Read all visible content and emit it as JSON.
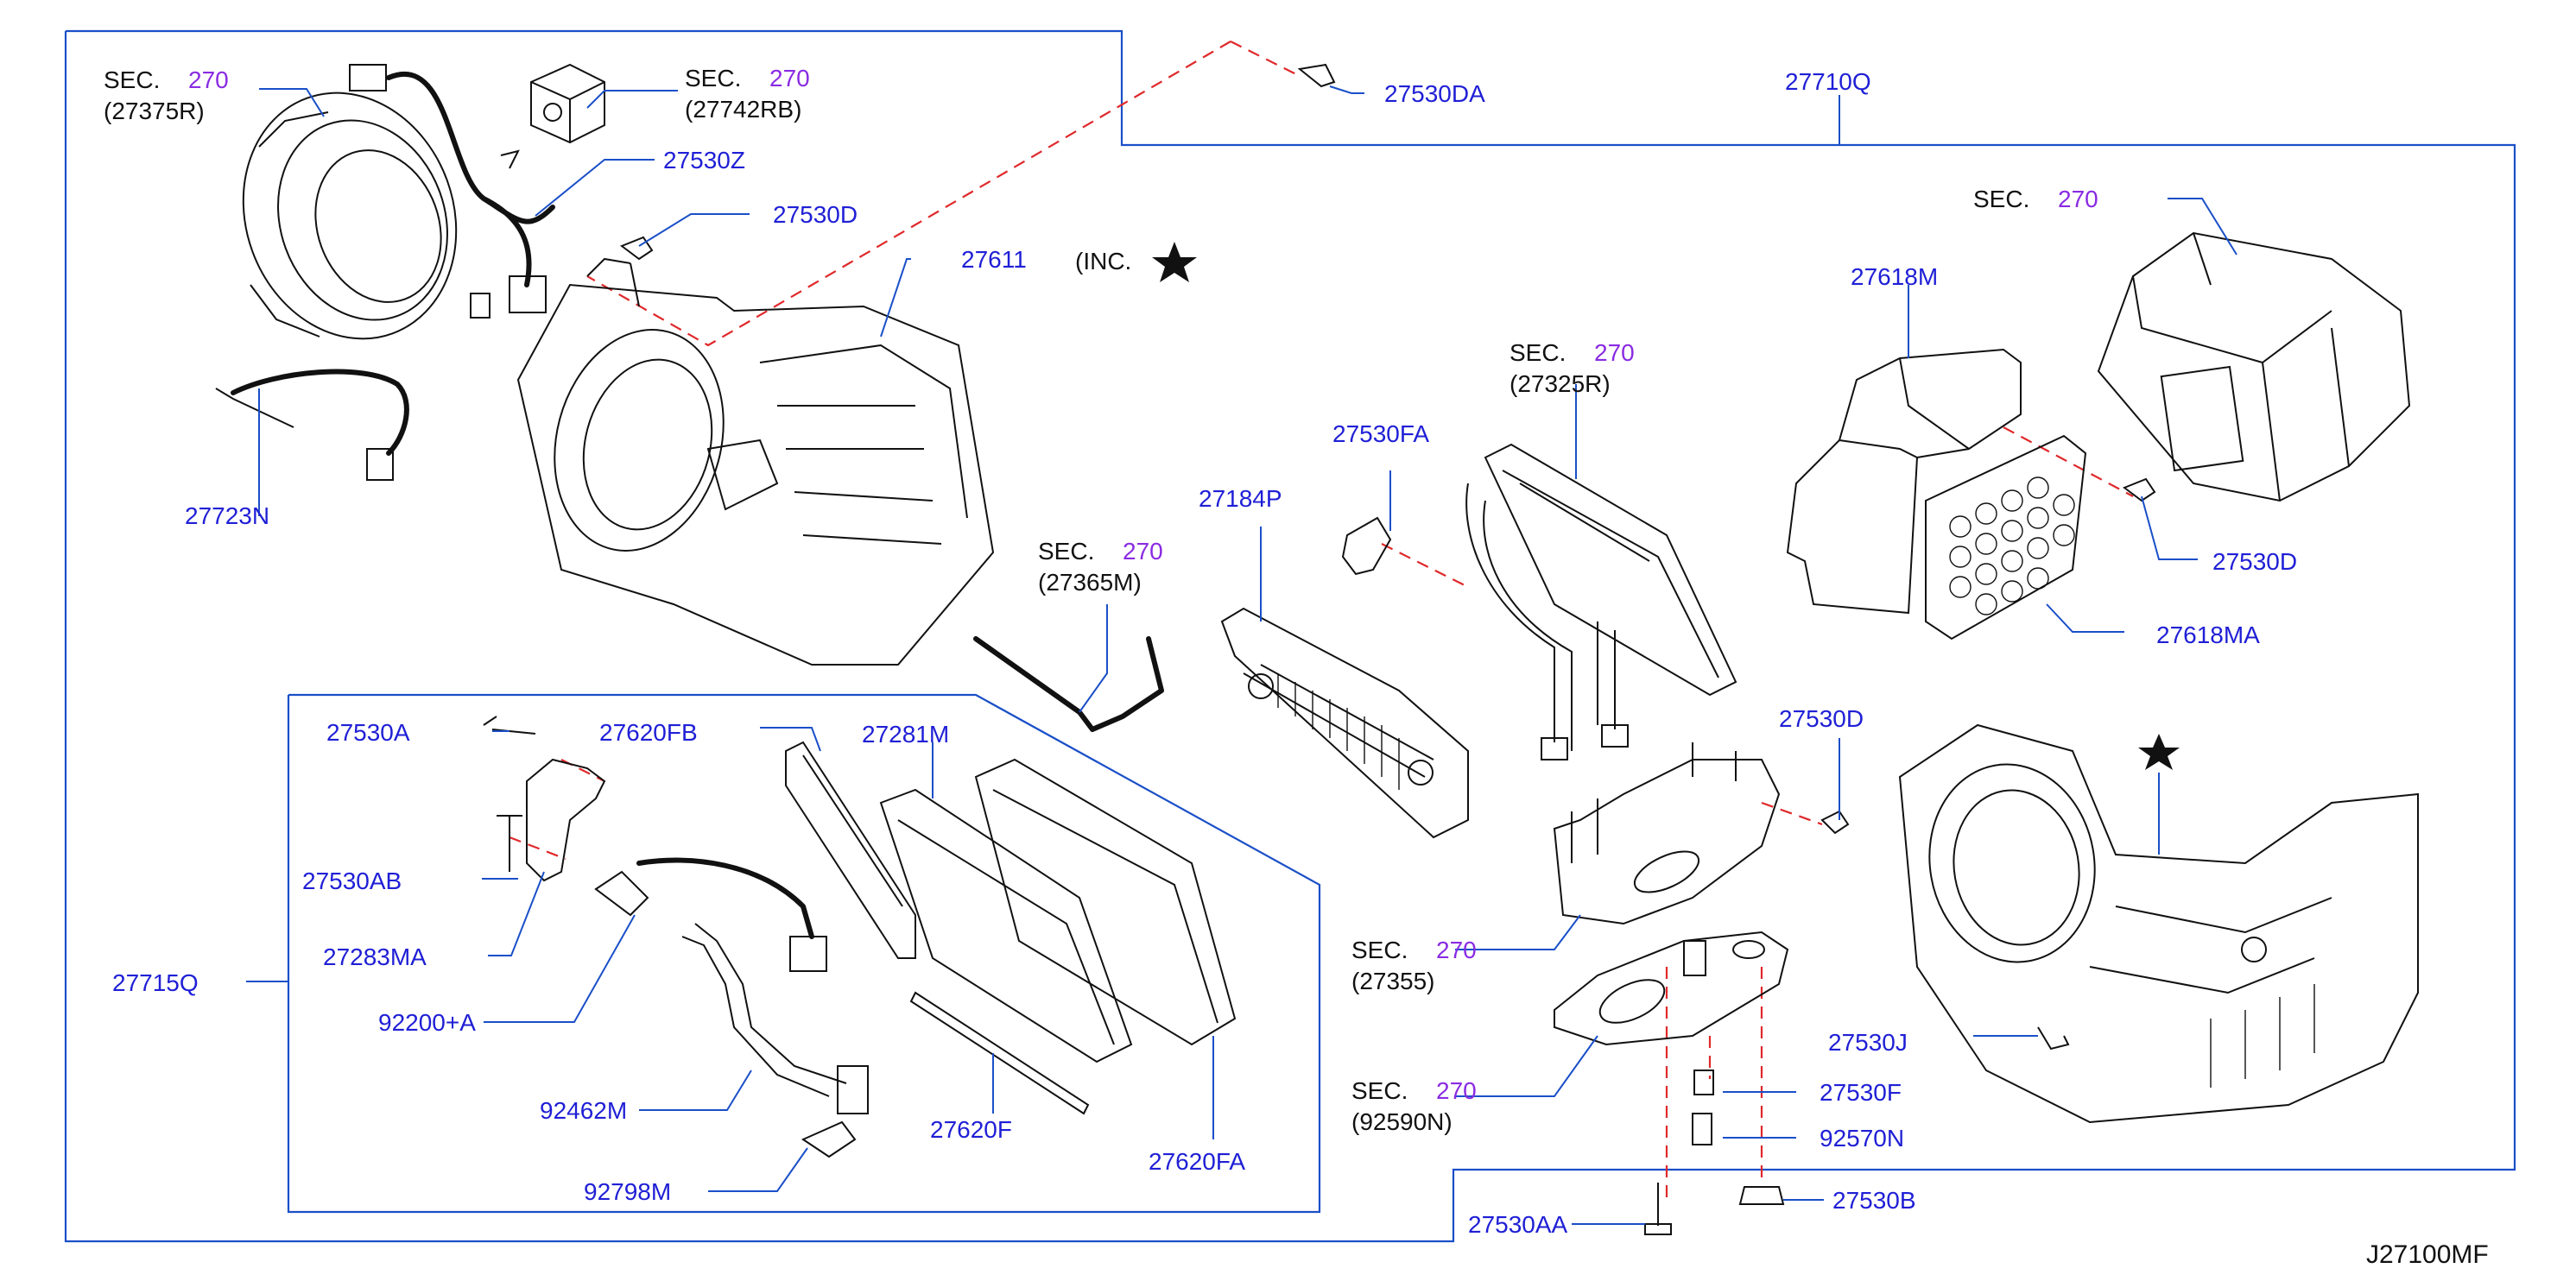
{
  "diagram_code": "J27100MF",
  "assembly_labels": {
    "front_case": "27710Q",
    "rear_kit": "27715Q"
  },
  "sections": [
    {
      "prefix": "SEC.",
      "number": "270",
      "ref": "(27375R)"
    },
    {
      "prefix": "SEC.",
      "number": "270",
      "ref": "(27742RB)"
    },
    {
      "prefix": "SEC.",
      "number": "270",
      "ref": ""
    },
    {
      "prefix": "SEC.",
      "number": "270",
      "ref": "(27325R)"
    },
    {
      "prefix": "SEC.",
      "number": "270",
      "ref": "(27365M)"
    },
    {
      "prefix": "SEC.",
      "number": "270",
      "ref": "(27355)"
    },
    {
      "prefix": "SEC.",
      "number": "270",
      "ref": "(92590N)"
    }
  ],
  "inc_note": "(INC.",
  "parts": {
    "p_27530DA": "27530DA",
    "p_27530Z": "27530Z",
    "p_27530D_a": "27530D",
    "p_27611": "27611",
    "p_27723N": "27723N",
    "p_27618M": "27618M",
    "p_27530FA": "27530FA",
    "p_27184P": "27184P",
    "p_27530D_b": "27530D",
    "p_27618MA": "27618MA",
    "p_27530A": "27530A",
    "p_27620FB": "27620FB",
    "p_27281M": "27281M",
    "p_27530AB": "27530AB",
    "p_27283MA": "27283MA",
    "p_92200A": "92200+A",
    "p_92462M": "92462M",
    "p_92798M": "92798M",
    "p_27620F": "27620F",
    "p_27620FA": "27620FA",
    "p_27530D_c": "27530D",
    "p_27530J": "27530J",
    "p_27530F": "27530F",
    "p_92570N": "92570N",
    "p_27530AA": "27530AA",
    "p_27530B": "27530B"
  },
  "colors": {
    "part_number": "#1f1fd6",
    "section_number": "#8a2be2",
    "frame_line": "#1a4fc8",
    "dash_line": "#e0282a",
    "drawing": "#111111"
  }
}
